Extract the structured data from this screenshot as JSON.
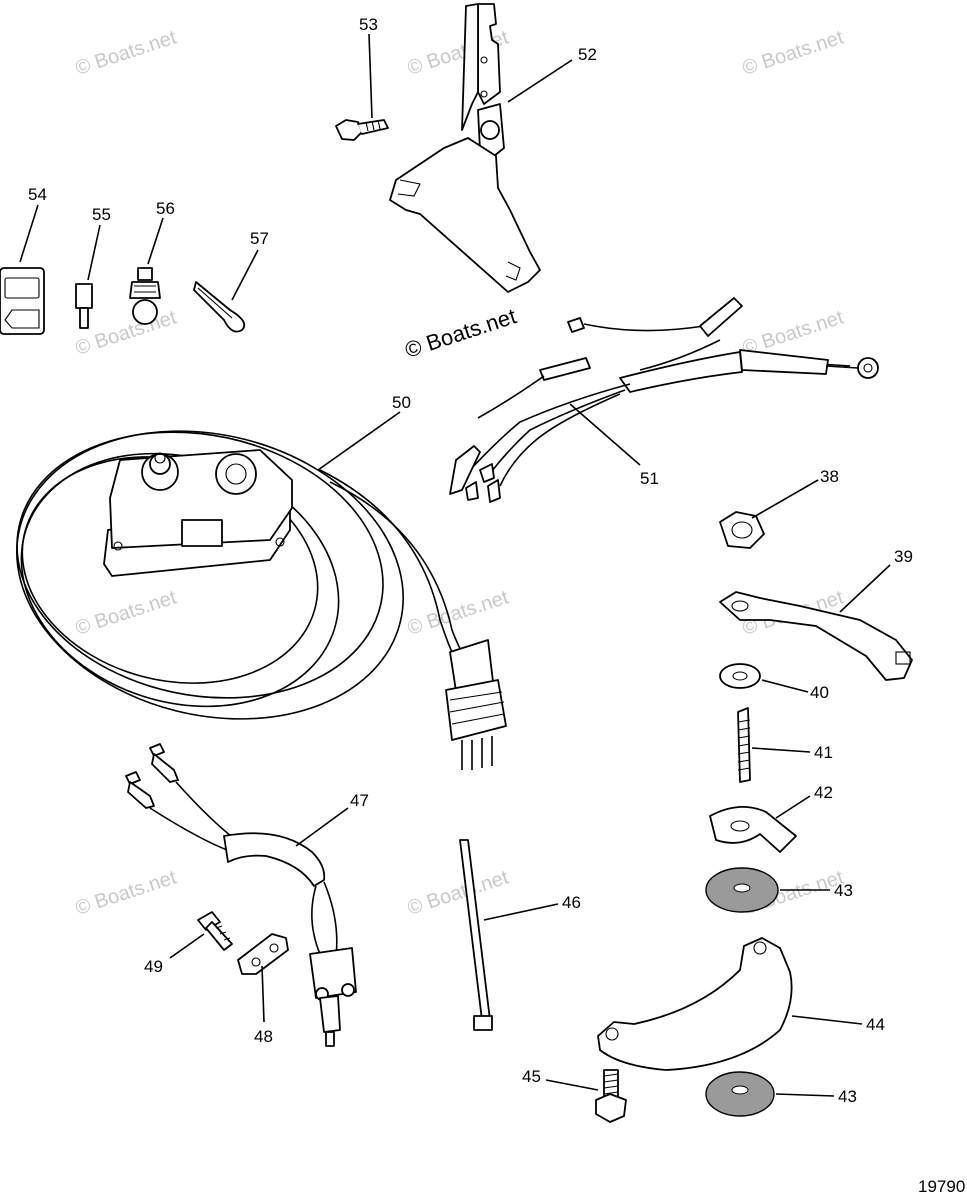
{
  "diagram_id": "19790",
  "watermark_faint": "© Boats.net",
  "watermark_strong": "© Boats.net",
  "callouts": {
    "c38": "38",
    "c39": "39",
    "c40": "40",
    "c41": "41",
    "c42": "42",
    "c43a": "43",
    "c43b": "43",
    "c44": "44",
    "c45": "45",
    "c46": "46",
    "c47": "47",
    "c48": "48",
    "c49": "49",
    "c50": "50",
    "c51": "51",
    "c52": "52",
    "c53": "53",
    "c54": "54",
    "c55": "55",
    "c56": "56",
    "c57": "57"
  }
}
